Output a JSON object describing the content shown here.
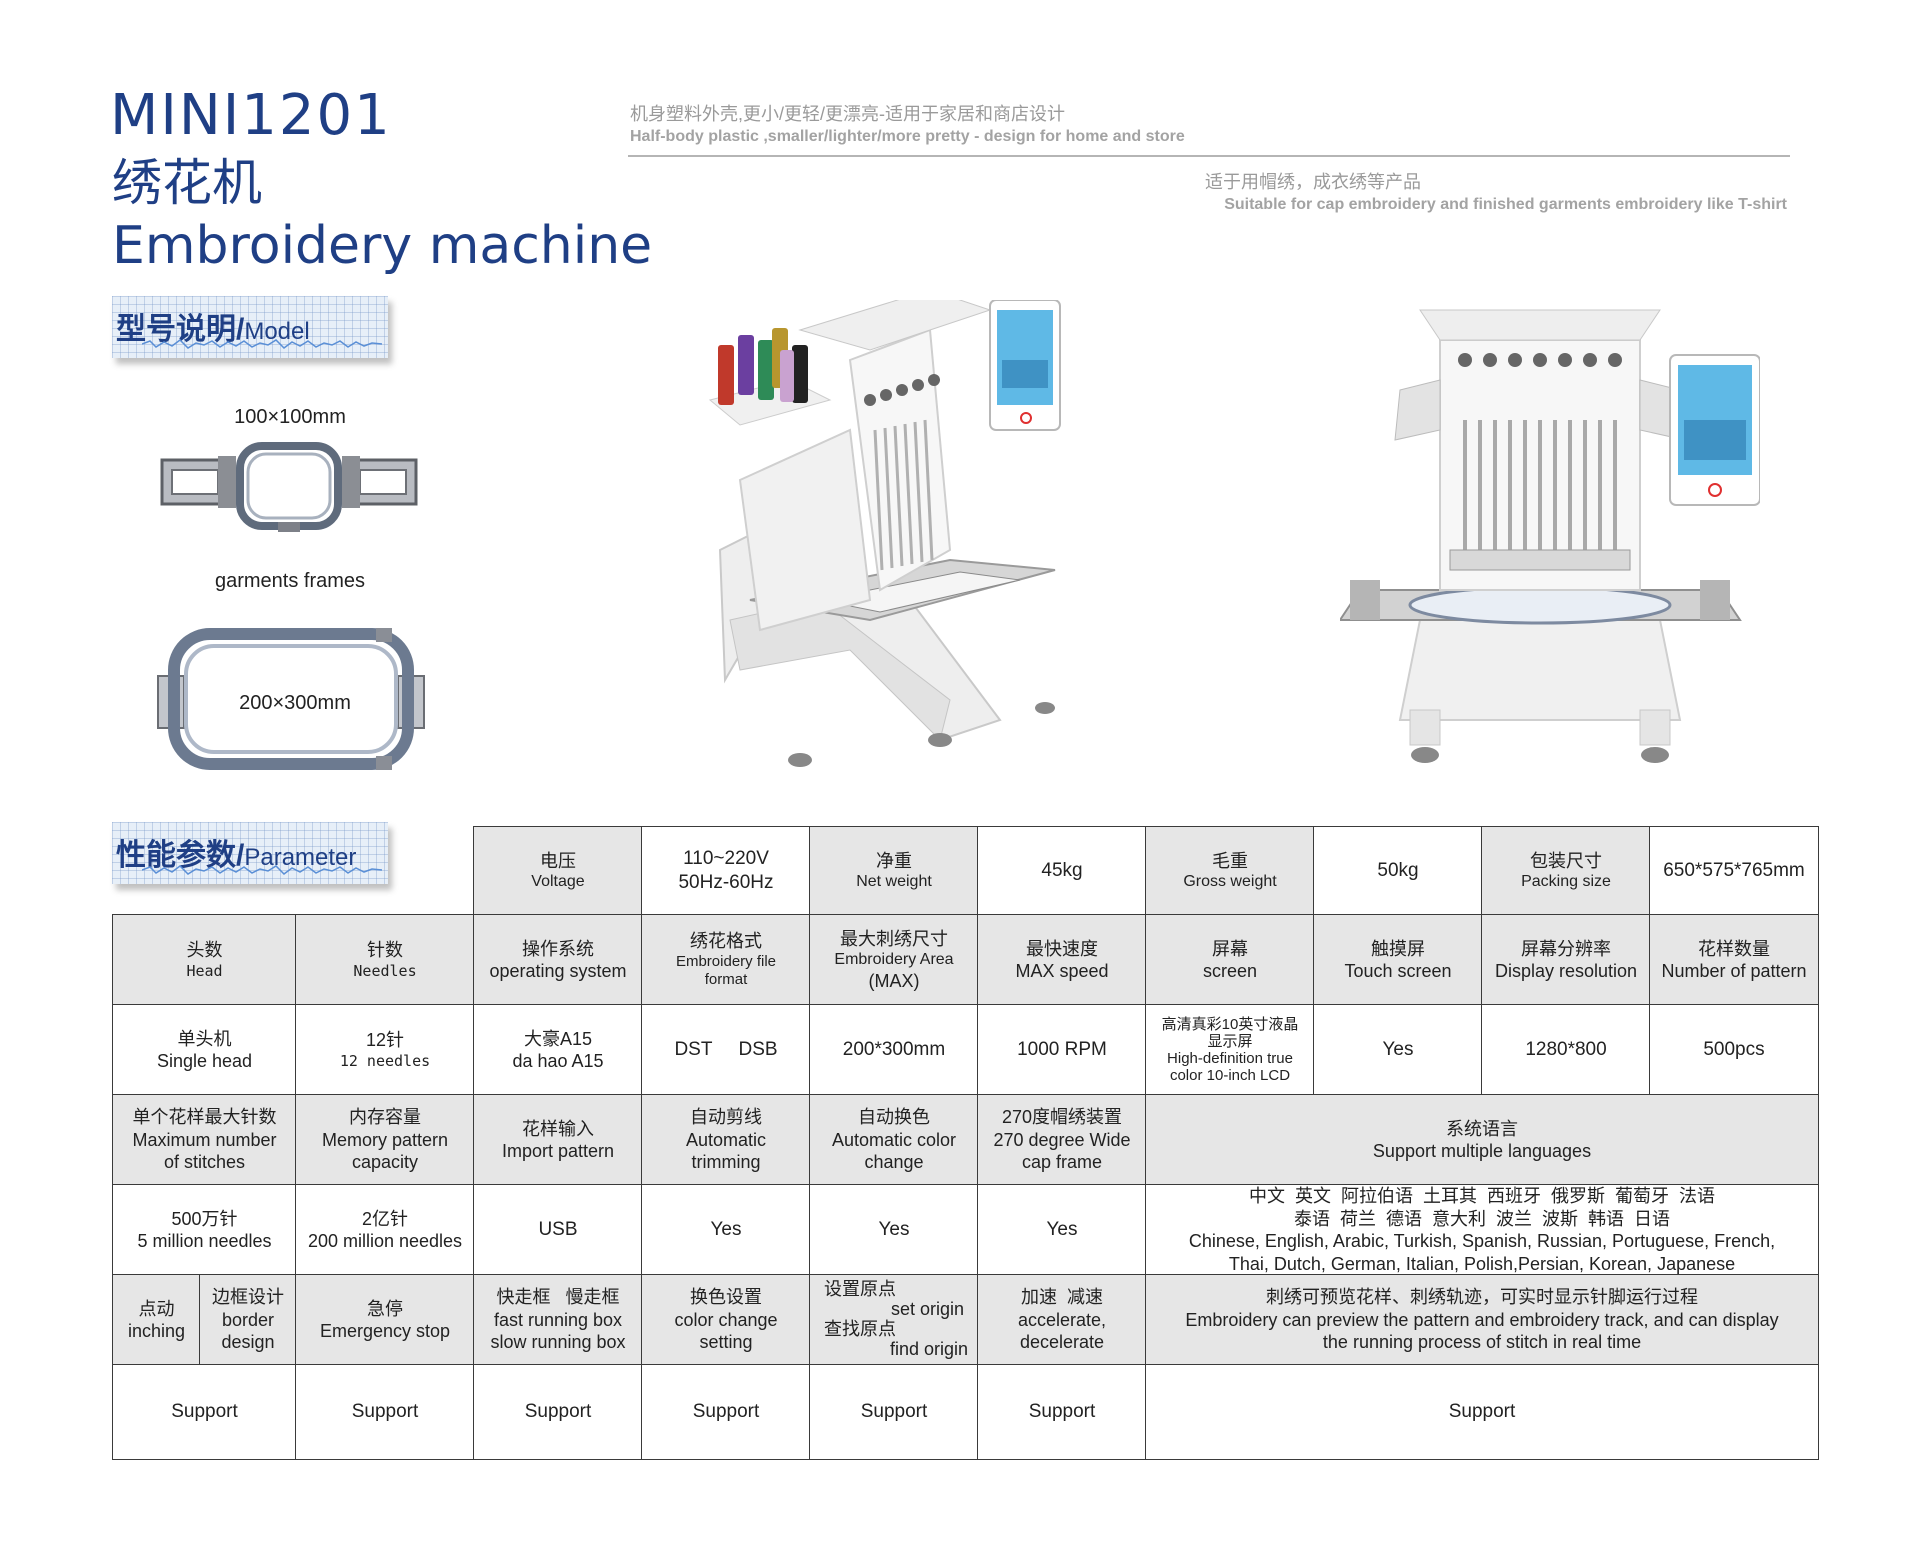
{
  "header": {
    "model": "MINI1201",
    "title_cn": "绣花机",
    "title_en": "Embroidery machine",
    "tagline1_cn": "机身塑料外壳,更小/更轻/更漂亮-适用于家居和商店设计",
    "tagline1_en": "Half-body plastic ,smaller/lighter/more pretty - design for home and store",
    "tagline2_cn": "适于用帽绣，成衣绣等产品",
    "tagline2_en": "Suitable for cap embroidery and finished garments embroidery like T-shirt"
  },
  "banners": {
    "model_cn": "型号说明/",
    "model_en": "Model",
    "param_cn": "性能参数/",
    "param_en": "Parameter"
  },
  "frames": {
    "small_label": "100×100mm",
    "garments_label": "garments frames",
    "big_label": "200×300mm"
  },
  "colors": {
    "brand_blue": "#1f3f85",
    "header_cell": "#e6e6e6",
    "border": "#3a3a3a"
  },
  "table": {
    "r1": {
      "voltage_cn": "电压",
      "voltage_en": "Voltage",
      "voltage_v1": "110~220V",
      "voltage_v2": "50Hz-60Hz",
      "net_cn": "净重",
      "net_en": "Net weight",
      "net_v": "45kg",
      "gross_cn": "毛重",
      "gross_en": "Gross weight",
      "gross_v": "50kg",
      "pack_cn": "包装尺寸",
      "pack_en": "Packing size",
      "pack_v": "650*575*765mm"
    },
    "r2": {
      "head_cn": "头数",
      "head_en": "Head",
      "needles_cn": "针数",
      "needles_en": "Needles",
      "os_cn": "操作系统",
      "os_en": "operating system",
      "fmt_cn": "绣花格式",
      "fmt_en1": "Embroidery file",
      "fmt_en2": "format",
      "area_cn": "最大刺绣尺寸",
      "area_en1": "Embroidery  Area",
      "area_en2": "(MAX)",
      "speed_cn": "最快速度",
      "speed_en": "MAX speed",
      "screen_cn": "屏幕",
      "screen_en": "screen",
      "touch_cn": "触摸屏",
      "touch_en": "Touch screen",
      "res_cn": "屏幕分辨率",
      "res_en": "Display resolution",
      "pat_cn": "花样数量",
      "pat_en": "Number of pattern"
    },
    "r3": {
      "head_cn": "单头机",
      "head_en": "Single head",
      "needles_cn": "12针",
      "needles_en": "12  needles",
      "os_cn": "大豪A15",
      "os_en": "da hao A15",
      "fmt": "DST     DSB",
      "area": "200*300mm",
      "speed": "1000 RPM",
      "screen_cn1": "高清真彩10英寸液晶",
      "screen_cn2": "显示屏",
      "screen_en1": "High-definition true",
      "screen_en2": "color 10-inch LCD",
      "touch": "Yes",
      "res": "1280*800",
      "pat": "500pcs"
    },
    "r4": {
      "maxst_cn": "单个花样最大针数",
      "maxst_en1": "Maximum number",
      "maxst_en2": "of stitches",
      "mem_cn": "内存容量",
      "mem_en1": "Memory pattern",
      "mem_en2": "capacity",
      "imp_cn": "花样输入",
      "imp_en": "Import pattern",
      "trim_cn": "自动剪线",
      "trim_en1": "Automatic",
      "trim_en2": "trimming",
      "color_cn": "自动换色",
      "color_en1": "Automatic color",
      "color_en2": "change",
      "cap_cn": "270度帽绣装置",
      "cap_en1": "270 degree Wide",
      "cap_en2": "cap frame",
      "lang_cn": "系统语言",
      "lang_en": "Support multiple languages"
    },
    "r5": {
      "maxst_cn": "500万针",
      "maxst_en": "5 million needles",
      "mem_cn": "2亿针",
      "mem_en": "200 million needles",
      "imp": "USB",
      "trim": "Yes",
      "color": "Yes",
      "cap": "Yes",
      "lang_cn1": "中文  英文  阿拉伯语  土耳其  西班牙  俄罗斯  葡萄牙  法语",
      "lang_cn2": "泰语  荷兰  德语  意大利  波兰  波斯  韩语  日语",
      "lang_en1": "Chinese, English, Arabic, Turkish, Spanish, Russian, Portuguese, French,",
      "lang_en2": "Thai, Dutch, German, Italian, Polish,Persian, Korean, Japanese"
    },
    "r6": {
      "inch_cn": "点动",
      "inch_en": "inching",
      "border_cn": "边框设计",
      "border_en1": "border",
      "border_en2": "design",
      "stop_cn": "急停",
      "stop_en": "Emergency stop",
      "box_cn": "快走框   慢走框",
      "box_en1": "fast running box",
      "box_en2": "slow running box",
      "cc_cn": "换色设置",
      "cc_en1": "color change",
      "cc_en2": "setting",
      "origin_cn1": "设置原点",
      "origin_en1": "set origin",
      "origin_cn2": "查找原点",
      "origin_en2": "find origin",
      "acc_cn": "加速  减速",
      "acc_en1": "accelerate,",
      "acc_en2": "decelerate",
      "prev_cn": "刺绣可预览花样、刺绣轨迹，可实时显示针脚运行过程",
      "prev_en1": "Embroidery can preview the pattern and embroidery track, and can display",
      "prev_en2": "the running process of stitch in real time"
    },
    "r7": {
      "c1": "Support",
      "c2": "Support",
      "c3": "Support",
      "c4": "Support",
      "c5": "Support",
      "c6": "Support",
      "c7": "Support"
    }
  }
}
